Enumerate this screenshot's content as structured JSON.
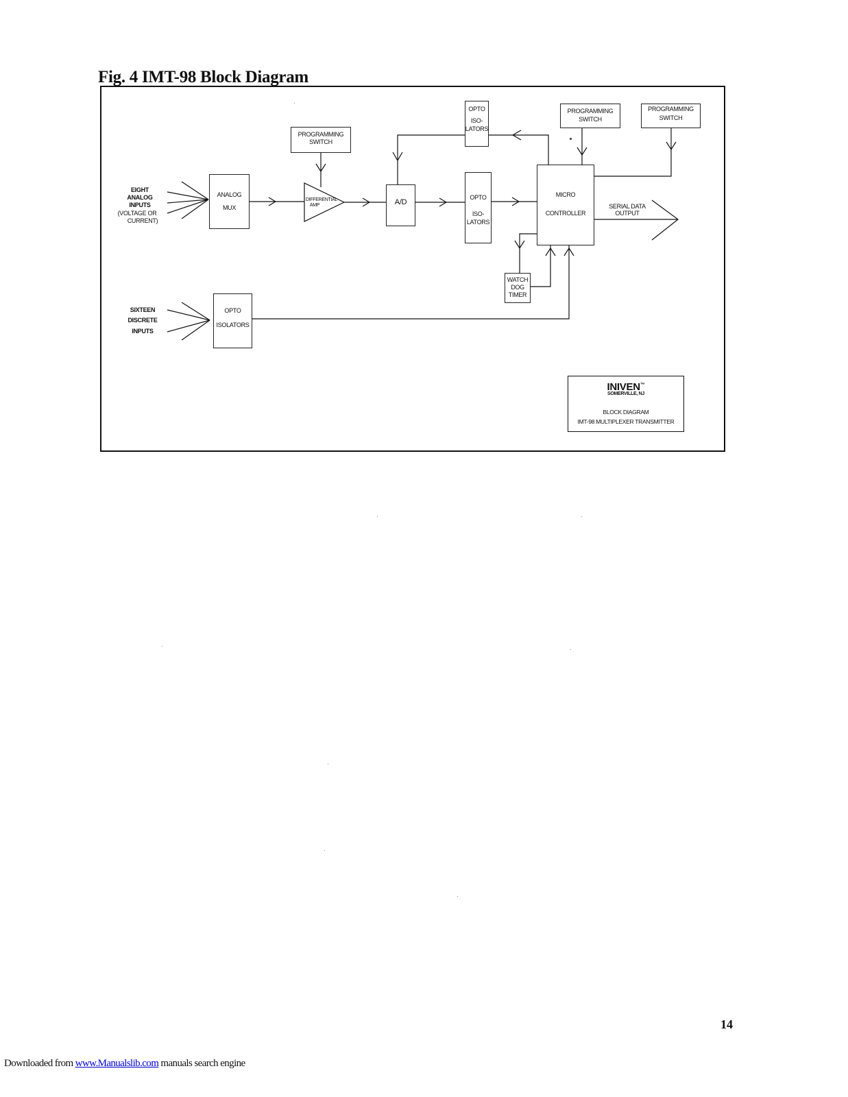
{
  "figure": {
    "title": "Fig. 4 IMT-98 Block Diagram"
  },
  "inputs": {
    "analog": [
      "EIGHT",
      "ANALOG",
      "INPUTS",
      "(VOLTAGE OR",
      "CURRENT)"
    ],
    "discrete": [
      "SIXTEEN",
      "DISCRETE",
      "INPUTS"
    ]
  },
  "blocks": {
    "analog_mux": [
      "ANALOG",
      "MUX"
    ],
    "programming_switch_amp": [
      "PROGRAMMING",
      "SWITCH"
    ],
    "differential_amp": [
      "DIFFERENTIAL",
      "AMP"
    ],
    "ad": "A/D",
    "opto_top": [
      "OPTO",
      "ISO-",
      "LATORS"
    ],
    "opto_mid": [
      "OPTO",
      "ISO-",
      "LATORS"
    ],
    "micro_controller": [
      "MICRO",
      "CONTROLLER"
    ],
    "programming_switch_mc": [
      "PROGRAMMING",
      "SWITCH"
    ],
    "programming_switch_right": [
      "PROGRAMMING",
      "SWITCH"
    ],
    "watchdog": [
      "WATCH",
      "DOG",
      "TIMER"
    ],
    "opto_discrete": [
      "OPTO",
      "ISOLATORS"
    ]
  },
  "output": [
    "SERIAL DATA",
    "OUTPUT"
  ],
  "title_block": {
    "company": "INIVEN",
    "tm": "™",
    "location": "SOMERVILLE, NJ",
    "line1": "BLOCK DIAGRAM",
    "line2": "IMT-98 MULTIPLEXER TRANSMITTER"
  },
  "page_number": "14",
  "footer": {
    "prefix": "Downloaded from ",
    "link": "www.Manualslib.com",
    "suffix": " manuals search engine"
  }
}
